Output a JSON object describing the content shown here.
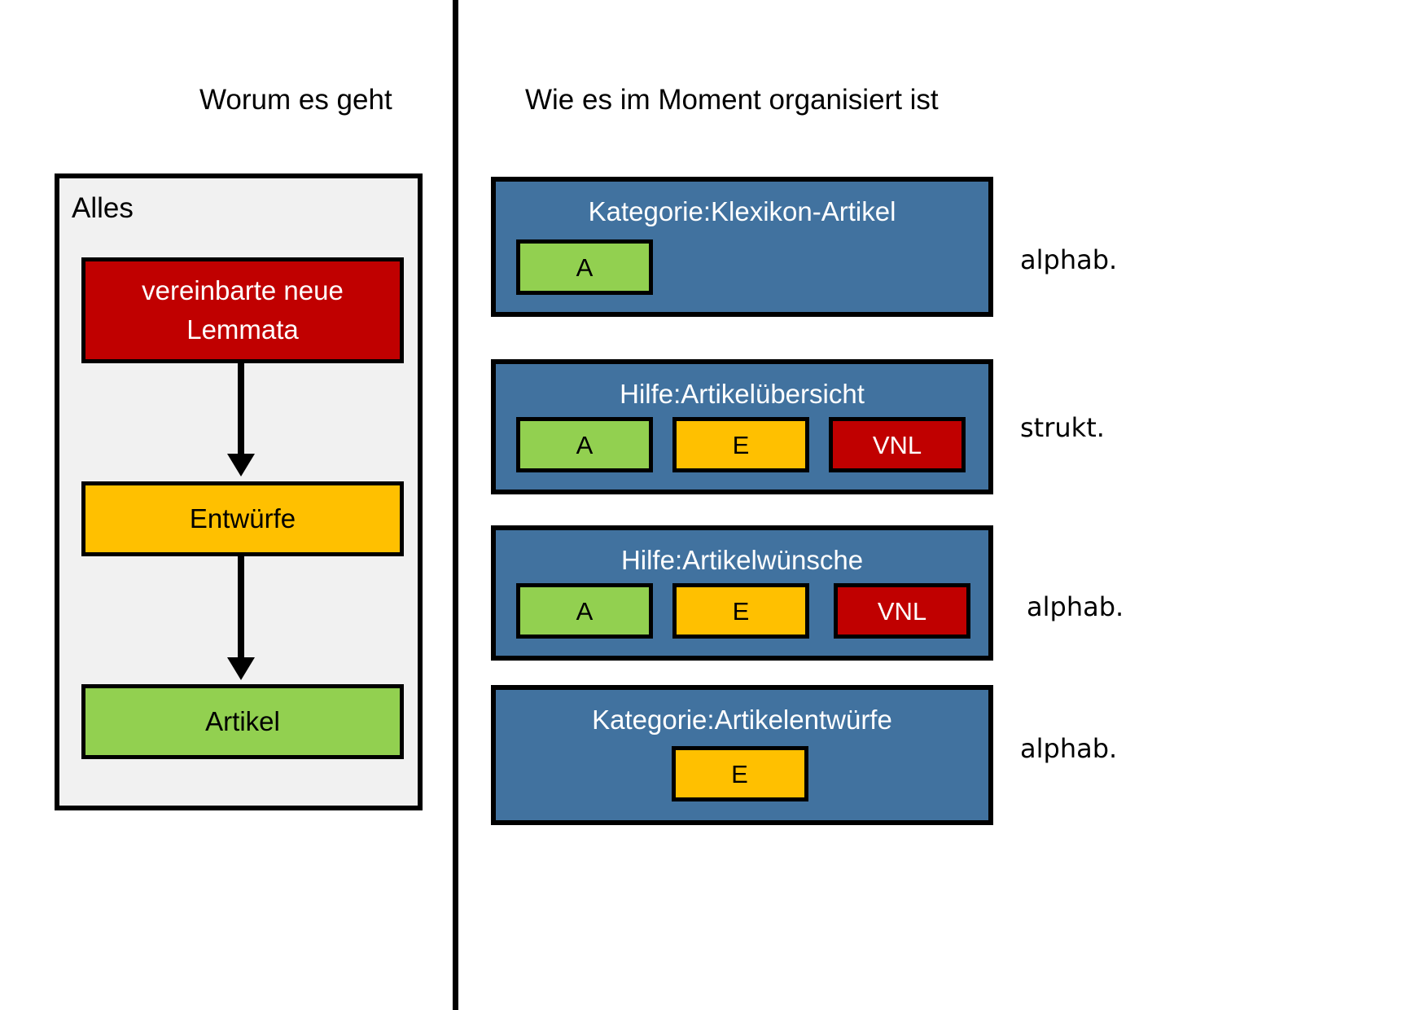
{
  "columns": {
    "left_heading": "Worum es geht",
    "right_heading": "Wie es im Moment organisiert ist"
  },
  "left_panel": {
    "container_label": "Alles",
    "flow": [
      {
        "label": "vereinbarte neue Lemmata",
        "line1": "vereinbarte neue",
        "line2": "Lemmata",
        "color": "#C00000",
        "text_color": "#FFFFFF"
      },
      {
        "label": "Entwürfe",
        "color": "#FFC000",
        "text_color": "#000000"
      },
      {
        "label": "Artikel",
        "color": "#92D050",
        "text_color": "#000000"
      }
    ],
    "arrows": [
      {
        "from": "vereinbarte neue Lemmata",
        "to": "Entwürfe"
      },
      {
        "from": "Entwürfe",
        "to": "Artikel"
      }
    ]
  },
  "right_panel": {
    "panel_color": "#41729F",
    "panels": [
      {
        "title": "Kategorie:Klexikon-Artikel",
        "chips": [
          {
            "label": "A",
            "kind": "a"
          }
        ],
        "sort": "alphab."
      },
      {
        "title": "Hilfe:Artikelübersicht",
        "chips": [
          {
            "label": "A",
            "kind": "a"
          },
          {
            "label": "E",
            "kind": "e"
          },
          {
            "label": "VNL",
            "kind": "vnl"
          }
        ],
        "sort": "strukt."
      },
      {
        "title": "Hilfe:Artikelwünsche",
        "chips": [
          {
            "label": "A",
            "kind": "a"
          },
          {
            "label": "E",
            "kind": "e"
          },
          {
            "label": "VNL",
            "kind": "vnl"
          }
        ],
        "sort": "alphab."
      },
      {
        "title": "Kategorie:Artikelentwürfe",
        "chips": [
          {
            "label": "E",
            "kind": "e"
          }
        ],
        "sort": "alphab."
      }
    ]
  },
  "legend_keys": {
    "A": "Artikel",
    "E": "Entwürfe",
    "VNL": "vereinbarte neue Lemmata"
  }
}
